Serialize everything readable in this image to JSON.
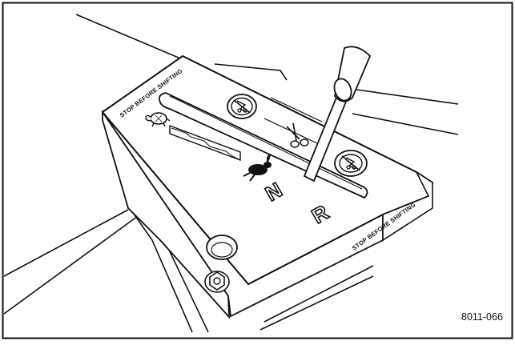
{
  "figure": {
    "id_label": "8011-066"
  },
  "panel": {
    "warning_top": "STOP BEFORE SHIFTING",
    "warning_right": "STOP BEFORE SHIFTING",
    "gear_neutral": "N",
    "gear_reverse": "R"
  },
  "icons": {
    "slow_speed": "turtle-icon",
    "fast_speed": "rabbit-icon",
    "blades_off_top": "blades-off-icon",
    "blades_engaged": "scissors-icon",
    "blades_off_bottom": "blades-off-icon",
    "mount_bolt": "hex-nut-icon",
    "access_hole": "oval-hole-icon"
  }
}
